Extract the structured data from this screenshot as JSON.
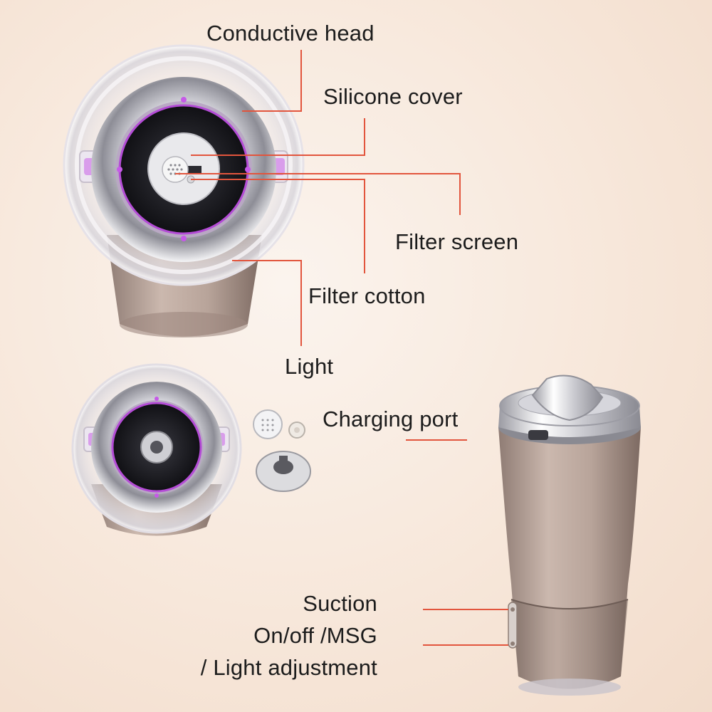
{
  "labels": {
    "conductive_head": "Conductive head",
    "silicone_cover": "Silicone cover",
    "filter_screen": "Filter screen",
    "filter_cotton": "Filter cotton",
    "light": "Light",
    "charging_port": "Charging port",
    "suction": "Suction",
    "onoff_msg": "On/off /MSG",
    "light_adjustment": "/ Light adjustment"
  },
  "colors": {
    "background": "#f7e7da",
    "leader_line": "#e2553d",
    "led_purple": "#b44cd6",
    "body_metal": "#b59f96",
    "chrome": "#e8e8ec"
  }
}
